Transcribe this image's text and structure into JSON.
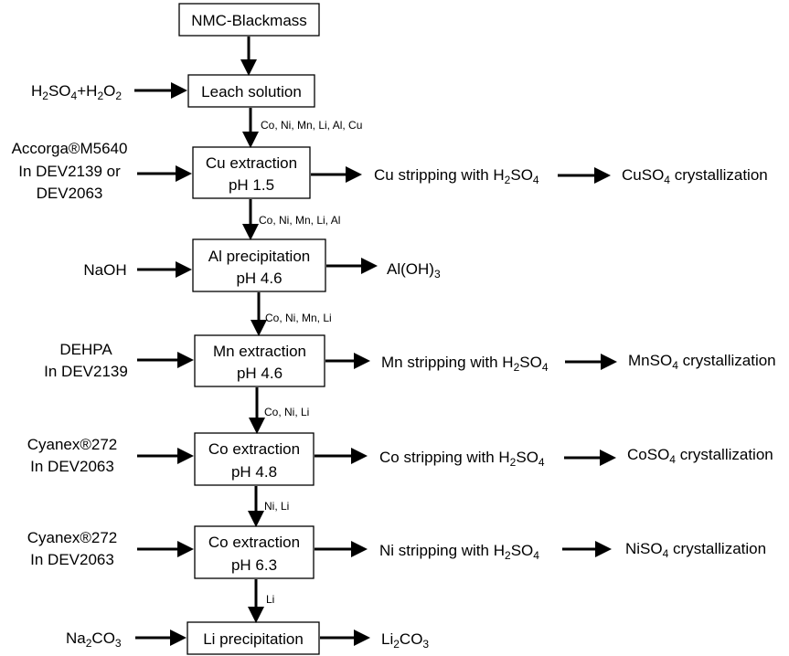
{
  "boxes": {
    "blackmass": [
      "NMC-Blackmass"
    ],
    "leach": [
      "Leach solution"
    ],
    "cu": [
      "Cu extraction",
      "pH 1.5"
    ],
    "al": [
      "Al precipitation",
      "pH 4.6"
    ],
    "mn": [
      "Mn extraction",
      "pH 4.6"
    ],
    "co1": [
      "Co extraction",
      "pH 4.8"
    ],
    "co2": [
      "Co extraction",
      "pH 6.3"
    ],
    "li": [
      "Li precipitation"
    ]
  },
  "stream_labels": {
    "after_leach": "Co, Ni, Mn, Li, Al, Cu",
    "after_cu": "Co, Ni, Mn, Li, Al",
    "after_al": "Co, Ni, Mn, Li",
    "after_mn": "Co, Ni, Li",
    "after_co1": "Ni, Li",
    "after_co2": "Li"
  },
  "inputs": {
    "leach": [
      {
        "t": "H"
      },
      {
        "t": "2",
        "sub": true
      },
      {
        "t": "SO"
      },
      {
        "t": "4",
        "sub": true
      },
      {
        "t": "+H"
      },
      {
        "t": "2",
        "sub": true
      },
      {
        "t": "O"
      },
      {
        "t": "2",
        "sub": true
      }
    ],
    "cu": [
      "Accorga®M5640",
      "In DEV2139 or",
      "DEV2063"
    ],
    "al": "NaOH",
    "mn": [
      "DEHPA",
      "In DEV2139"
    ],
    "co1": [
      "Cyanex®272",
      "In DEV2063"
    ],
    "co2": [
      "Cyanex®272",
      "In DEV2063"
    ],
    "li": [
      {
        "t": "Na"
      },
      {
        "t": "2",
        "sub": true
      },
      {
        "t": "CO"
      },
      {
        "t": "3",
        "sub": true
      }
    ]
  },
  "outputs": {
    "cu_strip": [
      {
        "t": "Cu stripping with H"
      },
      {
        "t": "2",
        "sub": true
      },
      {
        "t": "SO"
      },
      {
        "t": "4",
        "sub": true
      }
    ],
    "cu_cryst": [
      {
        "t": "CuSO"
      },
      {
        "t": "4",
        "sub": true
      },
      {
        "t": " crystallization"
      }
    ],
    "al": [
      {
        "t": "Al(OH)"
      },
      {
        "t": "3",
        "sub": true
      }
    ],
    "mn_strip": [
      {
        "t": "Mn stripping with H"
      },
      {
        "t": "2",
        "sub": true
      },
      {
        "t": "SO"
      },
      {
        "t": "4",
        "sub": true
      }
    ],
    "mn_cryst": [
      {
        "t": "MnSO"
      },
      {
        "t": "4",
        "sub": true
      },
      {
        "t": " crystallization"
      }
    ],
    "co_strip": [
      {
        "t": "Co stripping with H"
      },
      {
        "t": "2",
        "sub": true
      },
      {
        "t": "SO"
      },
      {
        "t": "4",
        "sub": true
      }
    ],
    "co_cryst": [
      {
        "t": "CoSO"
      },
      {
        "t": "4",
        "sub": true
      },
      {
        "t": " crystallization"
      }
    ],
    "ni_strip": [
      {
        "t": "Ni stripping with H"
      },
      {
        "t": "2",
        "sub": true
      },
      {
        "t": "SO"
      },
      {
        "t": "4",
        "sub": true
      }
    ],
    "ni_cryst": [
      {
        "t": "NiSO"
      },
      {
        "t": "4",
        "sub": true
      },
      {
        "t": " crystallization"
      }
    ],
    "li": [
      {
        "t": "Li"
      },
      {
        "t": "2",
        "sub": true
      },
      {
        "t": "CO"
      },
      {
        "t": "3",
        "sub": true
      }
    ]
  }
}
